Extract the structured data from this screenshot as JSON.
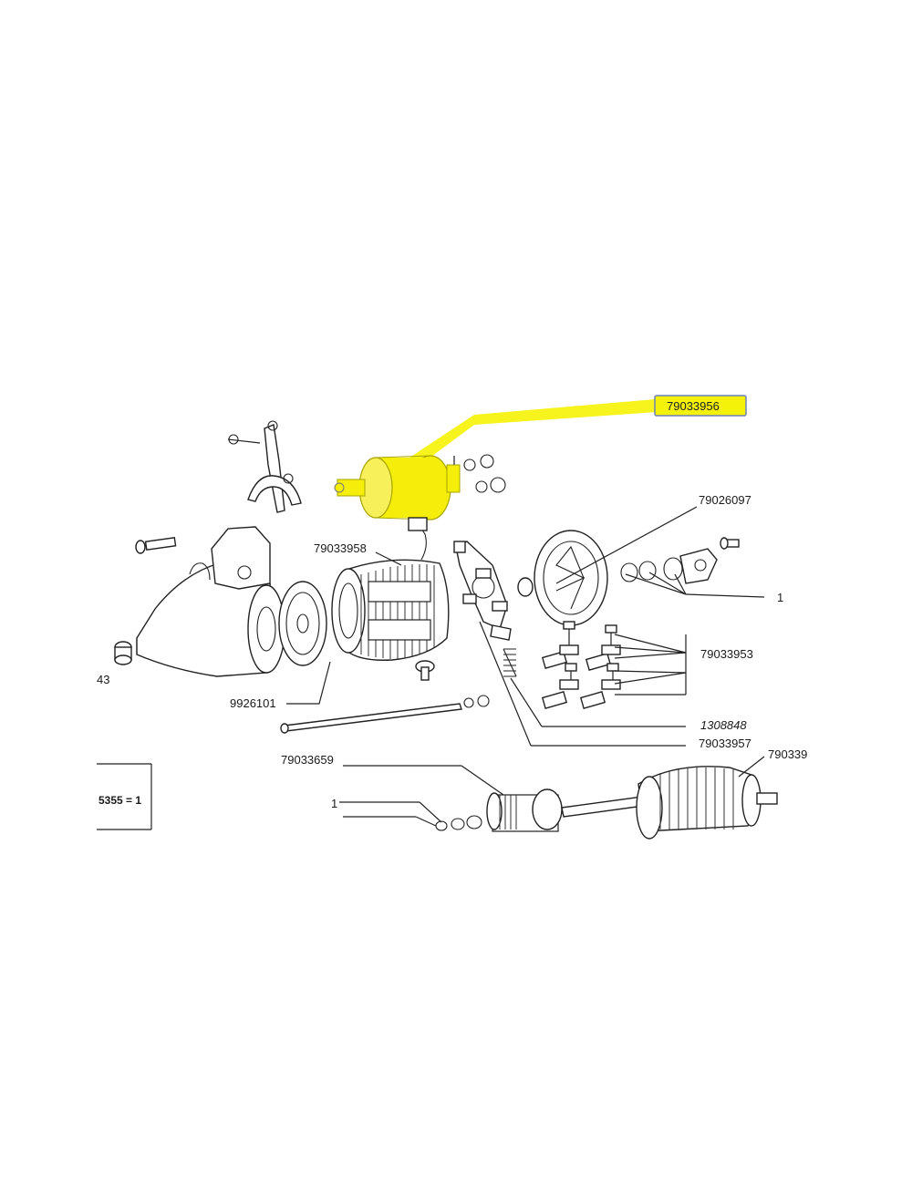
{
  "highlight_color": "#f5f20a",
  "labels": {
    "solenoid": "79033956",
    "end_cover": "79026097",
    "bracket_note": "1",
    "brushes": "79033953",
    "field_coil": "79033958",
    "spacer": "9926101",
    "spring": "1308848",
    "brush_holder": "79033957",
    "drive_pinion": "79033659",
    "armature": "790339",
    "pinion_note": "1",
    "left_ref": "43",
    "table_note": "5355 = 1"
  }
}
